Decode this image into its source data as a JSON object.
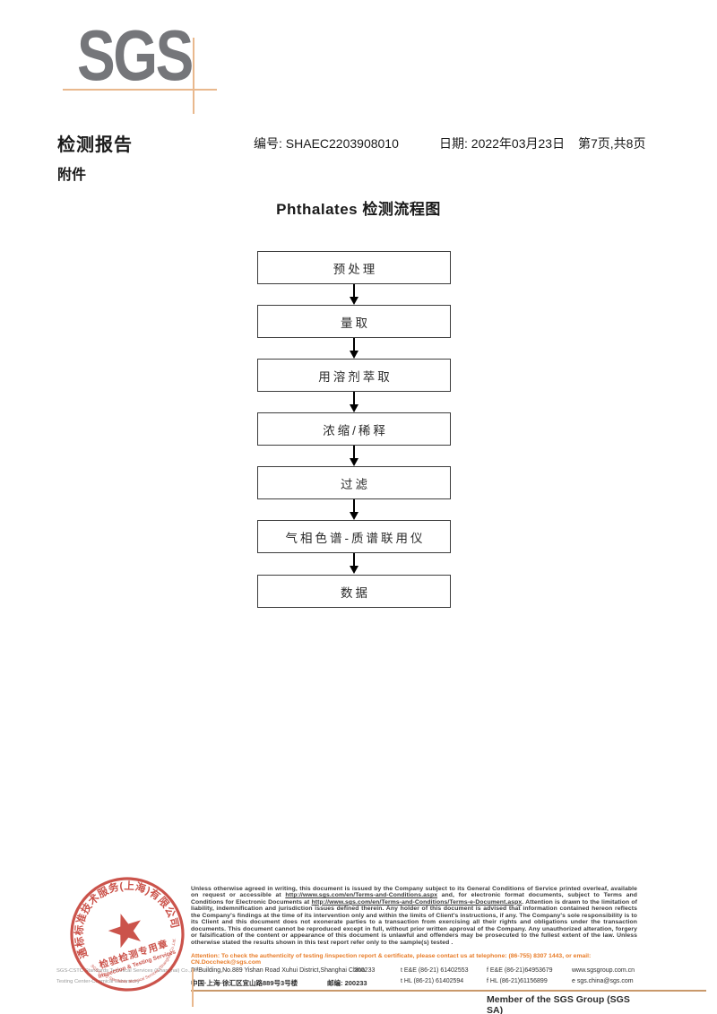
{
  "logo": {
    "text": "SGS"
  },
  "header": {
    "report_title": "检测报告",
    "report_no": "编号: SHAEC2203908010",
    "date": "日期: 2022年03月23日",
    "page_info": "第7页,共8页",
    "attachment": "附件"
  },
  "flowchart": {
    "title": "Phthalates 检测流程图",
    "steps": [
      "预处理",
      "量取",
      "用溶剂萃取",
      "浓缩/稀释",
      "过滤",
      "气相色谱-质谱联用仪",
      "数据"
    ]
  },
  "stamp": {
    "arc_top": "通标标准技术服务(上海)有限公司",
    "line1": "检验检测专用章",
    "line2": "Inspection & Testing Services",
    "arc_bottom": "SGS-CSTC Standards Technical Services (Shanghai) Co.,Ltd.",
    "color": "#c43c33"
  },
  "footer": {
    "company_line1": "SGS-CSTC Standards Technical Services (Shanghai) Co.,Ltd.",
    "company_line2": "Testing Center-Chemical Laboratory",
    "disclaimer_p1": "Unless otherwise agreed in writing, this document is issued by the Company subject to its General Conditions of Service printed overleaf, available on request or accessible at ",
    "disclaimer_link1": "http://www.sgs.com/en/Terms-and-Conditions.aspx",
    "disclaimer_p2": " and, for electronic format documents, subject to Terms and Conditions for Electronic Documents at ",
    "disclaimer_link2": "http://www.sgs.com/en/Terms-and-Conditions/Terms-e-Document.aspx",
    "disclaimer_p3": ". Attention is drawn to the limitation of liability, indemnification and jurisdiction issues defined therein. Any holder of this document is advised that information contained hereon reflects the Company's findings at the time of its intervention only and within the limits of Client's instructions, if any. The Company's sole responsibility is to its Client and this document does not exonerate parties to a transaction from exercising all their rights and obligations under the transaction documents. This document cannot be reproduced except in full, without prior written approval of the Company. Any unauthorized alteration, forgery or falsification of the content or appearance of this document is unlawful and offenders may be prosecuted to the fullest extent of the law. Unless otherwise stated the results shown in this test report refer only to the sample(s) tested .",
    "attention": "Attention: To check the authenticity of testing /inspection report & certificate, please contact us at telephone: (86-755) 8307 1443, or email: CN.Doccheck@sgs.com",
    "address_en": "3ʳᵈBuilding,No.889 Yishan Road Xuhui District,Shanghai China",
    "postcode1": "200233",
    "address_cn": "中国·上海·徐汇区宜山路889号3号楼",
    "postcode2": "邮编: 200233",
    "tel1": "t E&E (86-21) 61402553",
    "fax1": "f E&E (86-21)64953679",
    "web": "www.sgsgroup.com.cn",
    "tel2": "t HL (86-21) 61402594",
    "fax2": "f HL (86-21)61156899",
    "email": "e  sgs.china@sgs.com",
    "member": "Member of the SGS Group (SGS SA)"
  }
}
